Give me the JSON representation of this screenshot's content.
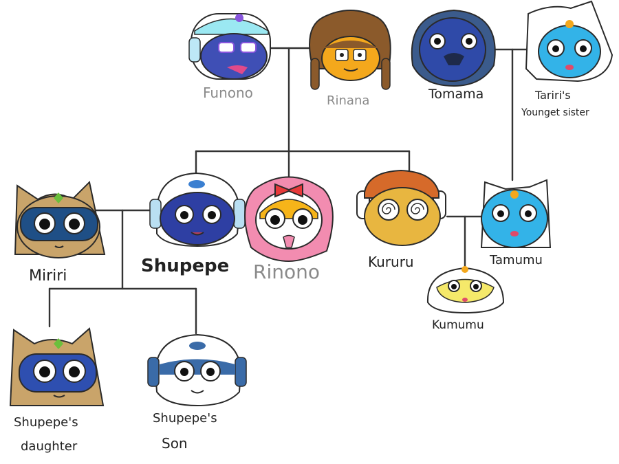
{
  "members": {
    "funono": {
      "name": "Funono",
      "color": "#3f4fb5",
      "accent": "#9be8f2"
    },
    "rinana": {
      "name": "Rinana",
      "color": "#f4a81c",
      "accent": "#8b5a2b"
    },
    "tomama": {
      "name": "Tomama",
      "color": "#2f4aa8",
      "accent": "#3b5b8c"
    },
    "tariri_sister": {
      "name_line1": "Tariri's",
      "name_line2": "Younget sister",
      "color": "#33b3e8",
      "accent": "#ffffff"
    },
    "miriri": {
      "name": "Miriri",
      "color": "#1f4f86",
      "accent": "#c9a46a"
    },
    "shupepe": {
      "name": "Shupepe",
      "color": "#2e3fa3",
      "accent": "#ffffff"
    },
    "rinono": {
      "name": "Rinono",
      "color": "#f6b419",
      "accent": "#f28cb0"
    },
    "kururu": {
      "name": "Kururu",
      "color": "#e8b640",
      "accent": "#d66a2a"
    },
    "tamumu": {
      "name": "Tamumu",
      "color": "#33b3e8",
      "accent": "#ffffff"
    },
    "kumumu": {
      "name": "Kumumu",
      "color": "#f5e96a",
      "accent": "#ffffff"
    },
    "daughter": {
      "name_line1": "Shupepe's",
      "name_line2": "daughter",
      "color": "#2e4fb0",
      "accent": "#c9a46a"
    },
    "son": {
      "name_line1": "Shupepe's",
      "name_line2": "Son",
      "color": "#3a6ba8",
      "accent": "#ffffff"
    }
  }
}
